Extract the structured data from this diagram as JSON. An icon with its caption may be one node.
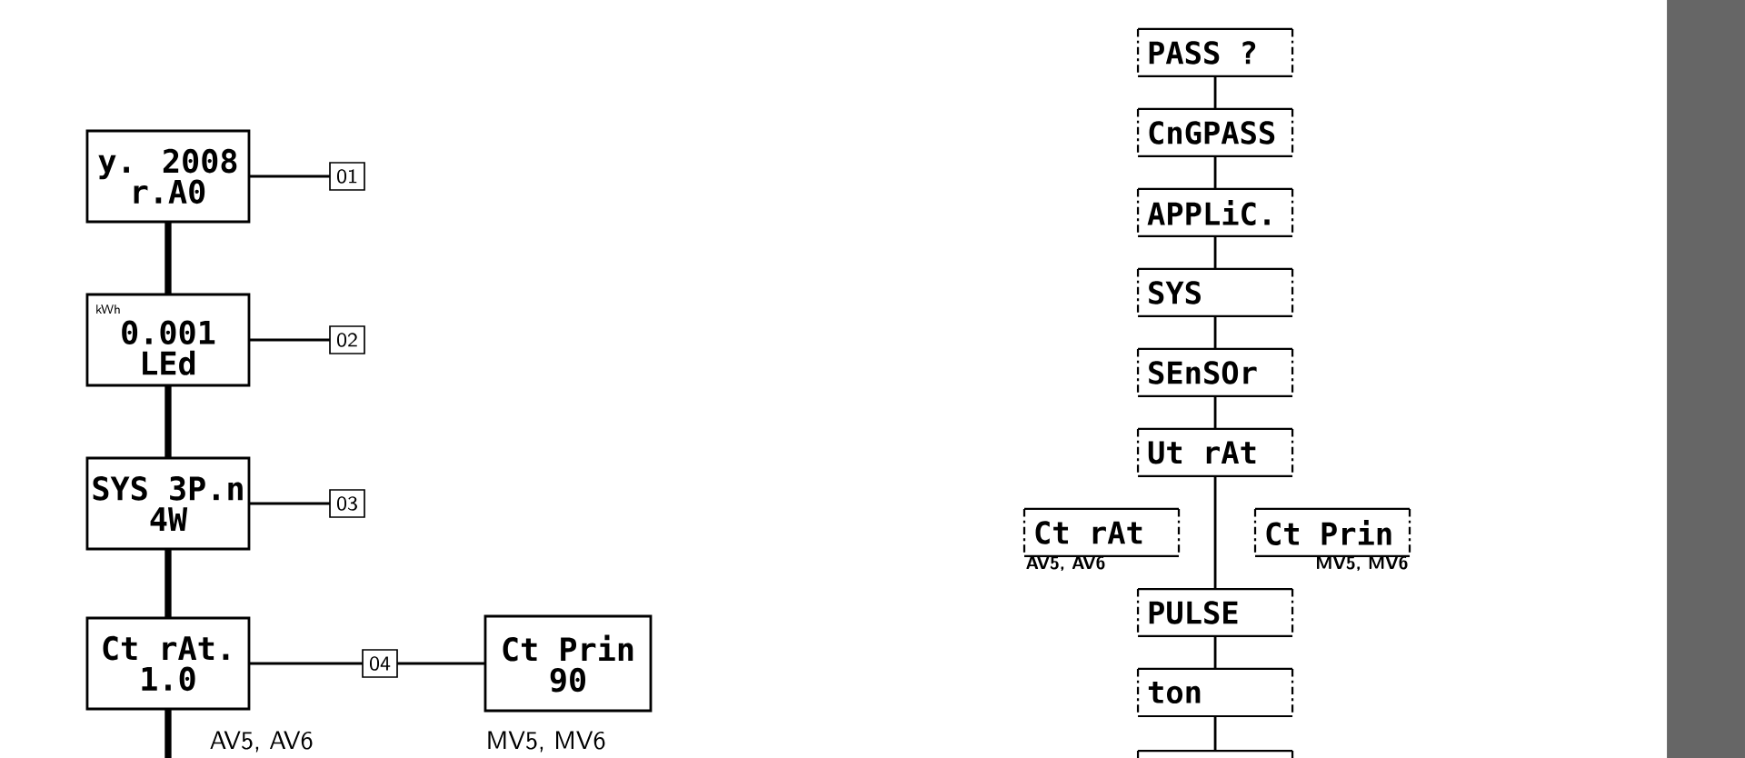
{
  "diagram": {
    "nodes": [
      {
        "text": [
          "y. 2008",
          "r.A0"
        ]
      },
      {
        "text": [
          "01"
        ]
      },
      {
        "text": [
          "kWh",
          "0.001",
          "LEd"
        ]
      },
      {
        "text": [
          "02"
        ]
      },
      {
        "text": [
          "SYS 3P.n",
          "4W"
        ]
      },
      {
        "text": [
          "03"
        ]
      },
      {
        "text": [
          "Ct rAt.",
          "1.0"
        ],
        "beside": [
          "AV5, AV6"
        ]
      },
      {
        "text": [
          "04"
        ]
      },
      {
        "text": [
          "Ct Prin",
          "90"
        ],
        "beside": [
          "MV5, MV6"
        ]
      },
      {
        "text": [
          "PASS ?"
        ]
      },
      {
        "text": [
          "CnGPASS"
        ]
      },
      {
        "text": [
          "APPLiC."
        ]
      },
      {
        "text": [
          "SYS"
        ]
      },
      {
        "text": [
          "SEnSOr"
        ]
      },
      {
        "text": [
          "Ut rAt"
        ]
      },
      {
        "text": [
          "Ct rAt"
        ],
        "beside": [
          "AV5, AV6"
        ]
      },
      {
        "text": [
          "Ct Prin"
        ],
        "beside": [
          "MV5, MV6"
        ]
      },
      {
        "text": [
          "PULSE"
        ]
      },
      {
        "text": [
          "ton"
        ]
      },
      {
        "text": [],
        "shape": "box"
      },
      {
        "text": [],
        "shape": "bar"
      }
    ],
    "edges": [
      {
        "from": 0,
        "to": 2,
        "arrow": "none",
        "style": "thick"
      },
      {
        "from": 2,
        "to": 4,
        "arrow": "none",
        "style": "thick"
      },
      {
        "from": 4,
        "to": 6,
        "arrow": "none",
        "style": "thick"
      },
      {
        "from": 6,
        "to": null,
        "arrow": "none",
        "style": "thick"
      },
      {
        "from": 0,
        "to": 1,
        "arrow": "none"
      },
      {
        "from": 2,
        "to": 3,
        "arrow": "none"
      },
      {
        "from": 4,
        "to": 5,
        "arrow": "none"
      },
      {
        "from": 6,
        "to": 7,
        "arrow": "none"
      },
      {
        "from": 7,
        "to": 8,
        "arrow": "none"
      },
      {
        "from": 9,
        "to": 10,
        "arrow": "none"
      },
      {
        "from": 10,
        "to": 11,
        "arrow": "none"
      },
      {
        "from": 11,
        "to": 12,
        "arrow": "none"
      },
      {
        "from": 12,
        "to": 13,
        "arrow": "none"
      },
      {
        "from": 13,
        "to": 14,
        "arrow": "none"
      },
      {
        "from": 14,
        "to": 17,
        "arrow": "none"
      },
      {
        "from": 17,
        "to": 18,
        "arrow": "none"
      },
      {
        "from": 18,
        "to": 19,
        "arrow": "none"
      }
    ]
  }
}
